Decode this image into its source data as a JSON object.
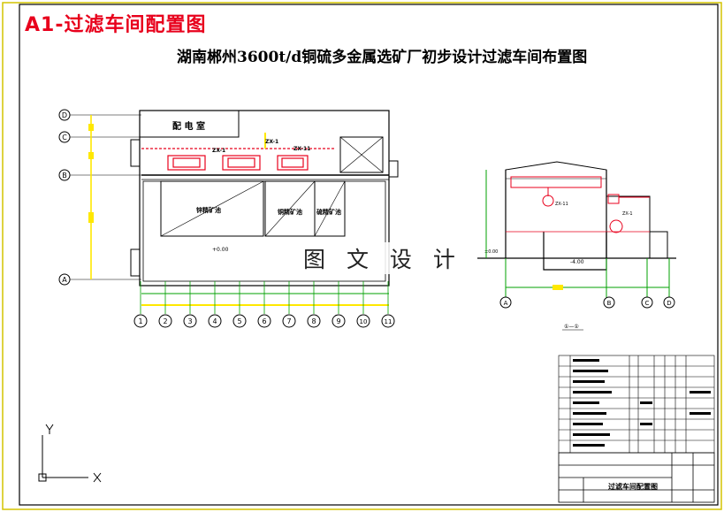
{
  "sheet": {
    "title": "A1-过滤车间配置图",
    "drawing_title": "湖南郴州3600t/d铜硫多金属选矿厂初步设计过滤车间布置图",
    "watermark": "图 文 设 计"
  },
  "plan": {
    "axis_rows": [
      "D",
      "C",
      "B",
      "A"
    ],
    "axis_cols": [
      "1",
      "2",
      "3",
      "4",
      "5",
      "6",
      "7",
      "8",
      "9",
      "10",
      "11"
    ],
    "room_label": "配 电 室",
    "filter_tags": [
      "ZX-1",
      "ZX-1",
      "ZX-11"
    ],
    "tank_labels": [
      "锌精矿池",
      "铜精矿池",
      "硫精矿池"
    ],
    "level_mark": "+0.00"
  },
  "section": {
    "title": "①—①",
    "axis_labels": [
      "A",
      "B",
      "C",
      "D"
    ],
    "crane_tag": "ZX-11",
    "filter_tag": "ZX-1",
    "levels": [
      "±0.00",
      "-4.00"
    ]
  },
  "title_block": {
    "bottom_title": "过滤车间配置图"
  },
  "colors": {
    "frame": "#d4c400",
    "accent_red": "#e8001c",
    "dimension_green": "#00a000",
    "dimension_yellow": "#ffe800",
    "axis_blue": "#0000cc"
  }
}
